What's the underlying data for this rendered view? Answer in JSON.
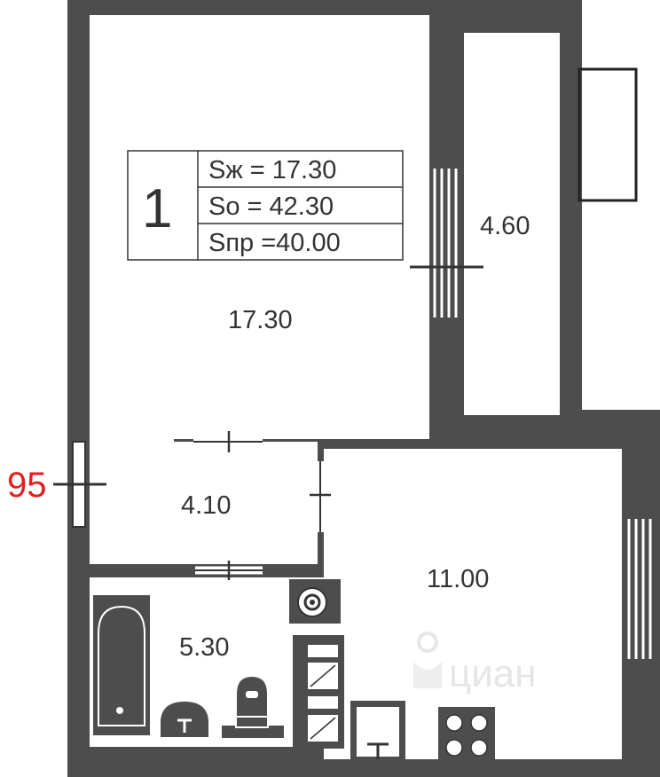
{
  "apartment": {
    "number": "1",
    "living_area": "Sж =  17.30",
    "total_area": "So =   42.30",
    "reduced_area": "Sпр =40.00"
  },
  "rooms": {
    "living_room": "17.30",
    "balcony": "4.60",
    "hallway": "4.10",
    "kitchen": "11.00",
    "bathroom": "5.30"
  },
  "entrance_number": "95",
  "watermark": "циан",
  "colors": {
    "wall": "#4d4d4d",
    "line": "#333333",
    "marker": "#e02020",
    "floor": "#ffffff"
  }
}
